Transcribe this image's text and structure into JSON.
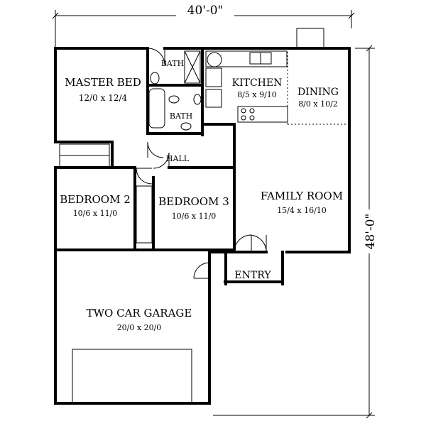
{
  "dimensions": {
    "width": "40'-0\"",
    "depth": "48'-0\""
  },
  "rooms": {
    "master_bed": {
      "name": "MASTER BED",
      "size": "12/0 x 12/4"
    },
    "bath_upper": {
      "name": "BATH"
    },
    "bath_lower": {
      "name": "BATH"
    },
    "kitchen": {
      "name": "KITCHEN",
      "size": "8/5 x 9/10"
    },
    "dining": {
      "name": "DINING",
      "size": "8/0 x 10/2"
    },
    "hall": {
      "name": "HALL"
    },
    "bedroom_2": {
      "name": "BEDROOM 2",
      "size": "10/6 x 11/0"
    },
    "bedroom_3": {
      "name": "BEDROOM 3",
      "size": "10/6 x 11/0"
    },
    "family_room": {
      "name": "FAMILY ROOM",
      "size": "15/4 x 16/10"
    },
    "entry": {
      "name": "ENTRY"
    },
    "garage": {
      "name": "TWO CAR GARAGE",
      "size": "20/0 x 20/0"
    }
  }
}
